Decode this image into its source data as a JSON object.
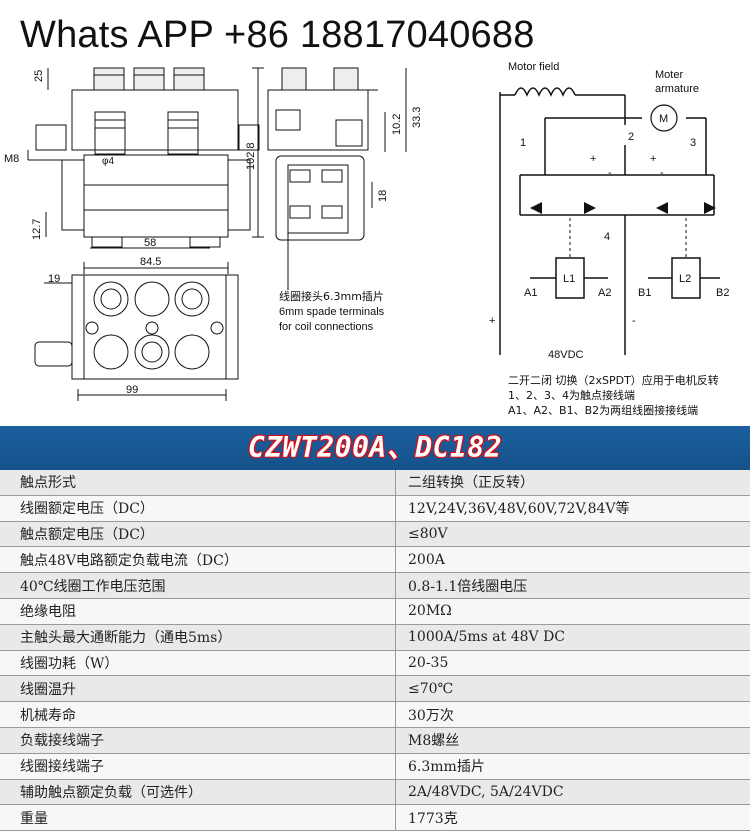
{
  "header": {
    "contact": "Whats APP +86 18817040688"
  },
  "drawing": {
    "dims": {
      "d25": "25",
      "d102_8": "102.8",
      "d10_2": "10.2",
      "d33_3": "33.3",
      "d18": "18",
      "m8": "M8",
      "d12_7": "12.7",
      "d58": "58",
      "d84_5": "84.5",
      "d19": "19",
      "d99": "99",
      "phi4": "φ4"
    },
    "coil_note": [
      "线圈接头6.3mm插片",
      "6mm spade terminals",
      "for coil connections"
    ]
  },
  "circuit": {
    "field_label": "Motor field",
    "armature_label": [
      "Moter",
      "armature"
    ],
    "motor_symbol": "M",
    "contact_numbers": [
      "1",
      "2",
      "3",
      "4"
    ],
    "signs": [
      "+",
      "-",
      "+",
      "-"
    ],
    "coils": [
      "L1",
      "L2"
    ],
    "terminals": [
      "A1",
      "A2",
      "B1",
      "B2"
    ],
    "supply": [
      "+",
      "-",
      "48VDC"
    ],
    "notes": [
      "二开二闭 切换（2xSPDT）应用于电机反转",
      "1、2、3、4为触点接线端",
      "A1、A2、B1、B2为两组线圈接接线端"
    ]
  },
  "model_title": "CZWT200A、DC182",
  "specs": [
    {
      "k": "触点形式",
      "v": "二组转换（正反转）"
    },
    {
      "k": "线圈额定电压（DC）",
      "v": "12V,24V,36V,48V,60V,72V,84V等"
    },
    {
      "k": "触点额定电压（DC）",
      "v": "≤80V"
    },
    {
      "k": "触点48V电路额定负载电流（DC）",
      "v": "200A"
    },
    {
      "k": "40℃线圈工作电压范围",
      "v": "0.8-1.1倍线圈电压"
    },
    {
      "k": "绝缘电阻",
      "v": "20MΩ"
    },
    {
      "k": "主触头最大通断能力（通电5ms）",
      "v": "1000A/5ms at 48V DC"
    },
    {
      "k": "线圈功耗（W）",
      "v": "20-35"
    },
    {
      "k": "线圈温升",
      "v": "≤70℃"
    },
    {
      "k": "机械寿命",
      "v": "30万次"
    },
    {
      "k": "负载接线端子",
      "v": "M8螺丝"
    },
    {
      "k": "线圈接线端子",
      "v": "6.3mm插片"
    },
    {
      "k": "辅助触点额定负载（可选件）",
      "v": "2A/48VDC, 5A/24VDC"
    },
    {
      "k": "重量",
      "v": "1773克"
    }
  ]
}
